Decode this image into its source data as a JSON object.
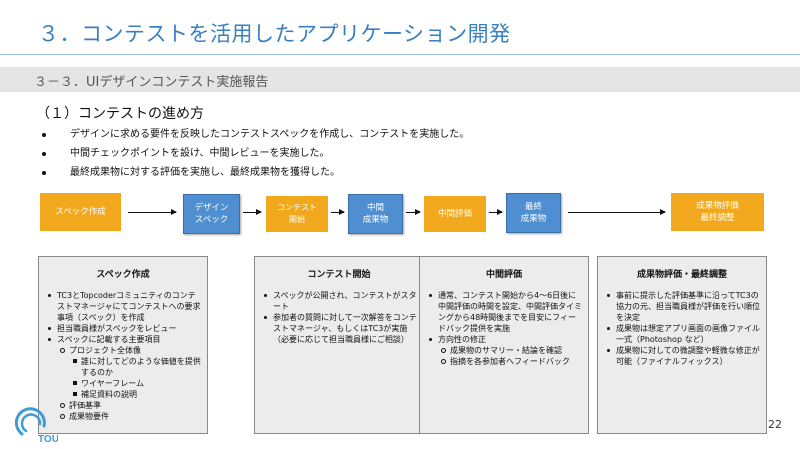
{
  "header": {
    "title": "３．コンテストを活用したアプリケーション開発",
    "subtitle": "３－３．UIデザインコンテスト実施報告"
  },
  "section": {
    "heading": "（１）コンテストの進め方",
    "bullets": [
      "デザインに求める要件を反映したコンテストスペックを作成し、コンテストを実施した。",
      "中間チェックポイントを設け、中間レビューを実施した。",
      "最終成果物に対する評価を実施し、最終成果物を獲得した。"
    ]
  },
  "flow": {
    "spec": "スペック作成",
    "design_spec": [
      "デザイン",
      "スペック"
    ],
    "contest_start": [
      "コンテスト",
      "開始"
    ],
    "interim_output": [
      "中間",
      "成果物"
    ],
    "interim_eval": "中間評価",
    "final_output": [
      "最終",
      "成果物"
    ],
    "final_eval": [
      "成果物評価",
      "最終調整"
    ]
  },
  "cards": {
    "spec": {
      "title": "スペック作成",
      "items": [
        "TC3とTopcoderコミュニティのコンテストマネージャにてコンテストへの要求事項（スペック）を作成",
        "担当職員様がスペックをレビュー",
        "スペックに記載する主要項目"
      ],
      "sub": [
        "プロジェクト全体像"
      ],
      "subsub": [
        "誰に対してどのような価値を提供するのか",
        "ワイヤーフレーム",
        "補足資料の説明"
      ],
      "sub2": [
        "評価基準",
        "成果物要件"
      ]
    },
    "contest_start": {
      "title": "コンテスト開始",
      "items": [
        "スペックが公開され、コンテストがスタート",
        "参加者の質問に対して一次解答をコンテストマネージャ、もしくはTC3が実施（必要に応じて担当職員様にご相談）"
      ]
    },
    "interim_eval": {
      "title": "中間評価",
      "items": [
        "通常、コンテスト開始から4～6日後に中間評価の時間を設定、中間評価タイミングから48時間後までを目安にフィードバック提供を実施",
        "方向性の修正"
      ],
      "sub": [
        "成果物のサマリー・結論を確認",
        "指摘を各参加者へフィードバック"
      ]
    },
    "final_eval": {
      "title": "成果物評価・最終調整",
      "items": [
        "事前に提示した評価基準に沿ってTC3の協力の元、担当職員様が評価を行い順位を決定",
        "成果物は想定アプリ画面の画像ファイル一式（Photoshop など）",
        "成果物に対しての微調整や軽微な修正が可能（ファイナルフィックス）"
      ]
    }
  },
  "footer": {
    "page_number": "22",
    "logo_text": "TOU"
  },
  "colors": {
    "orange": "#f2a81d",
    "blue": "#4f8fd1",
    "title_blue": "#3a7fc0"
  }
}
